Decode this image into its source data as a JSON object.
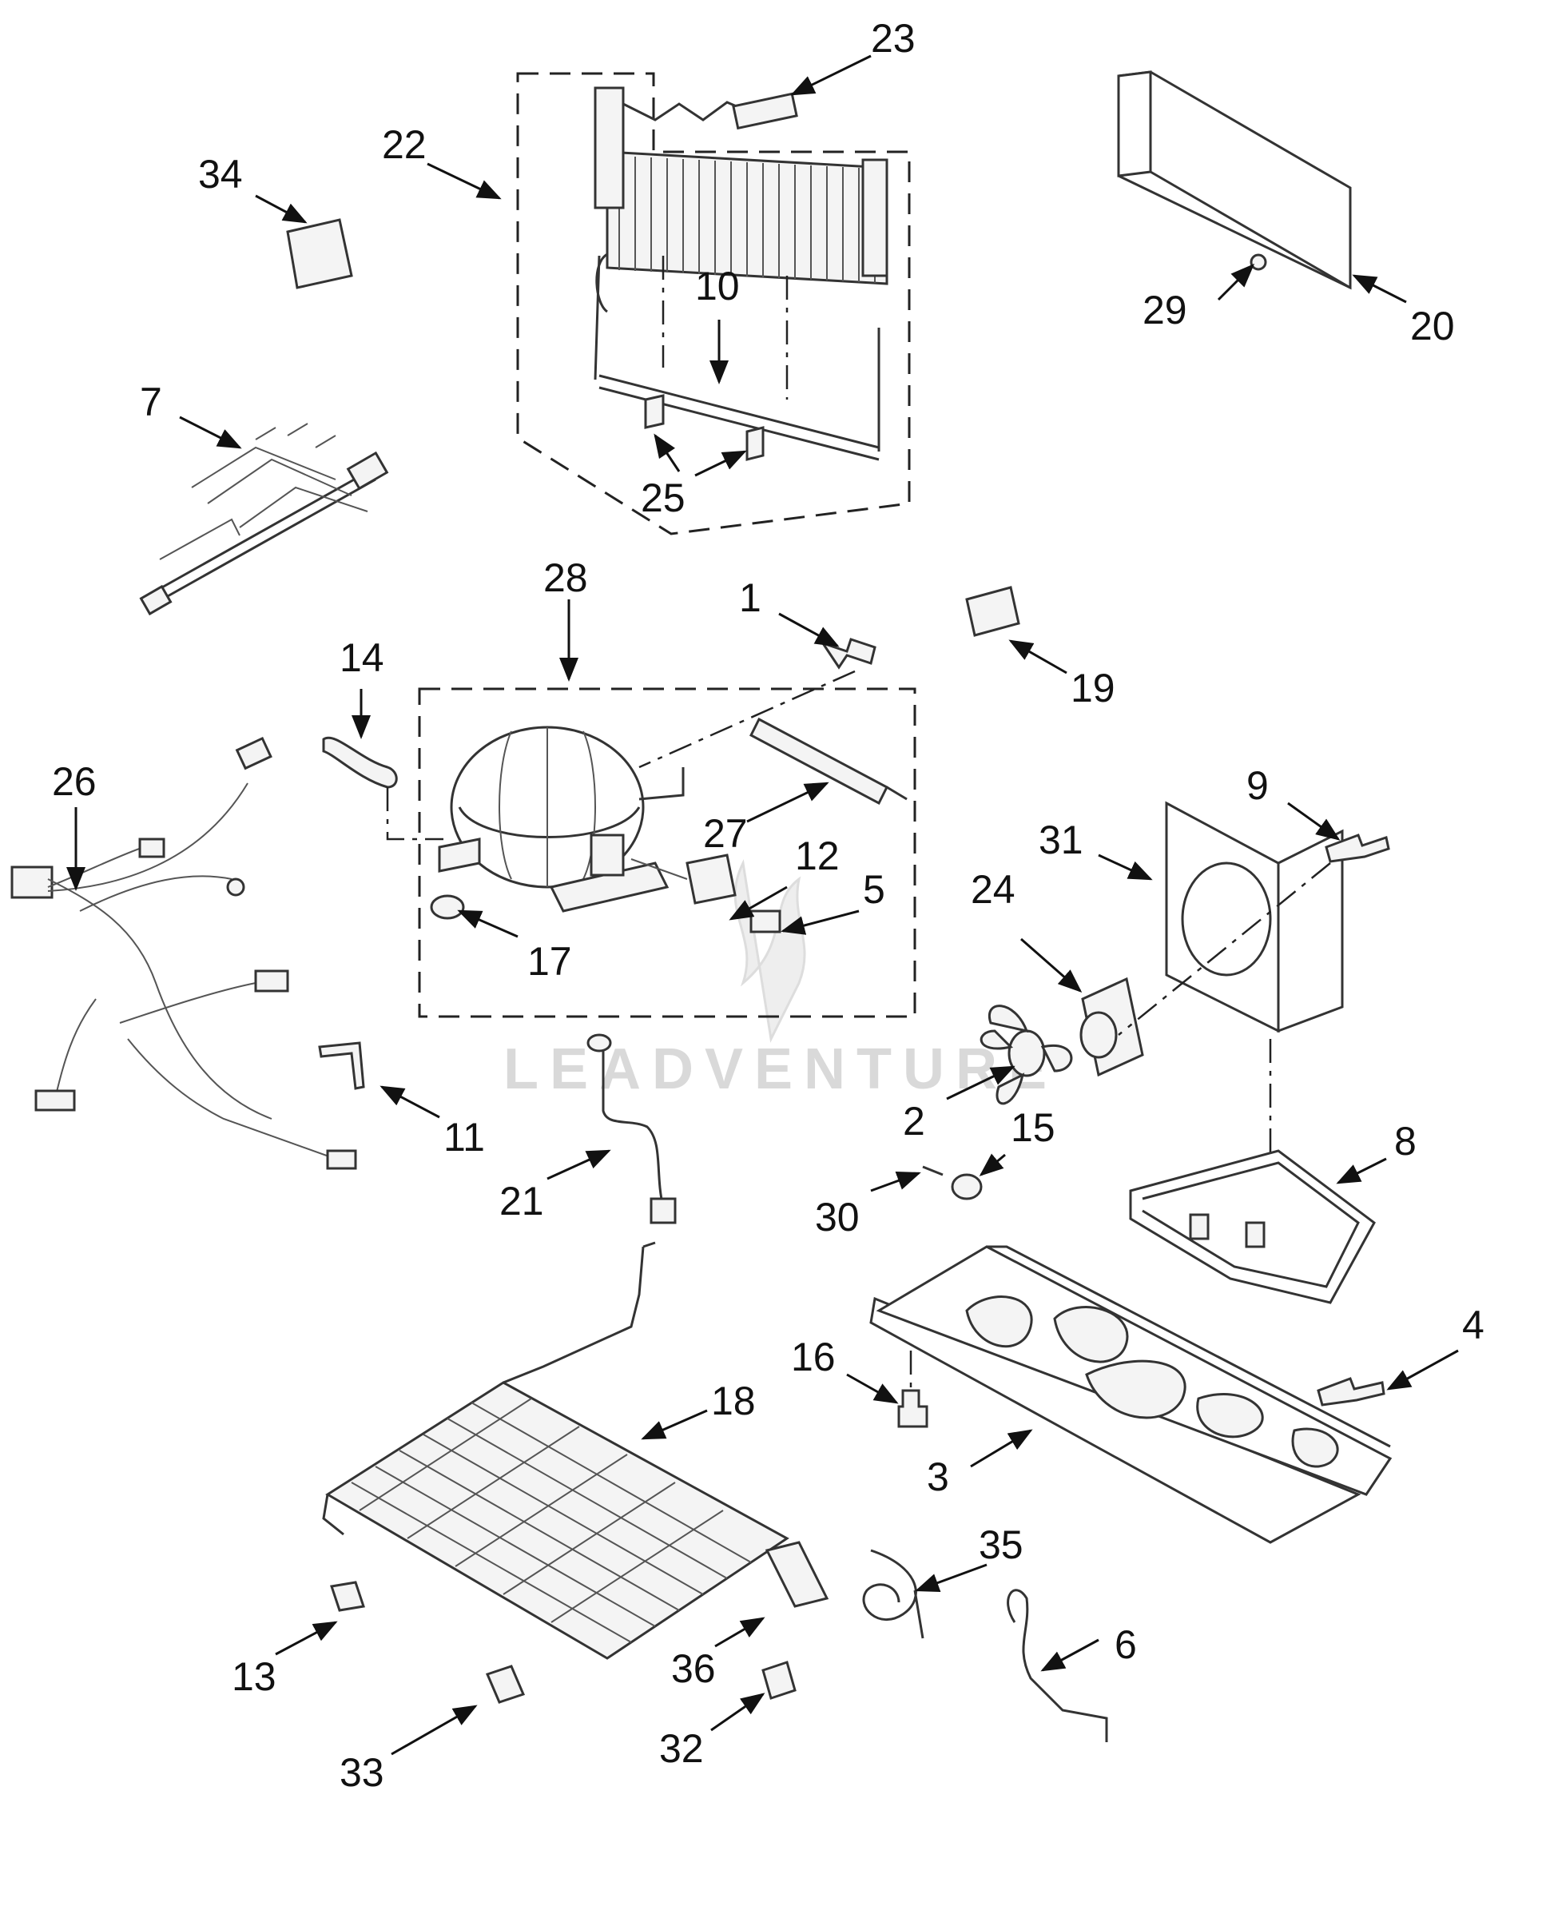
{
  "diagram": {
    "watermark": "LEADVENTURE",
    "callouts": [
      {
        "id": "1",
        "label": "1"
      },
      {
        "id": "2",
        "label": "2"
      },
      {
        "id": "3",
        "label": "3"
      },
      {
        "id": "4",
        "label": "4"
      },
      {
        "id": "5",
        "label": "5"
      },
      {
        "id": "6",
        "label": "6"
      },
      {
        "id": "7",
        "label": "7"
      },
      {
        "id": "8",
        "label": "8"
      },
      {
        "id": "9",
        "label": "9"
      },
      {
        "id": "10",
        "label": "10"
      },
      {
        "id": "11",
        "label": "11"
      },
      {
        "id": "12",
        "label": "12"
      },
      {
        "id": "13",
        "label": "13"
      },
      {
        "id": "14",
        "label": "14"
      },
      {
        "id": "15",
        "label": "15"
      },
      {
        "id": "16",
        "label": "16"
      },
      {
        "id": "17",
        "label": "17"
      },
      {
        "id": "18",
        "label": "18"
      },
      {
        "id": "19",
        "label": "19"
      },
      {
        "id": "20",
        "label": "20"
      },
      {
        "id": "21",
        "label": "21"
      },
      {
        "id": "22",
        "label": "22"
      },
      {
        "id": "23",
        "label": "23"
      },
      {
        "id": "24",
        "label": "24"
      },
      {
        "id": "25",
        "label": "25"
      },
      {
        "id": "26",
        "label": "26"
      },
      {
        "id": "27",
        "label": "27"
      },
      {
        "id": "28",
        "label": "28"
      },
      {
        "id": "29",
        "label": "29"
      },
      {
        "id": "30",
        "label": "30"
      },
      {
        "id": "31",
        "label": "31"
      },
      {
        "id": "32",
        "label": "32"
      },
      {
        "id": "33",
        "label": "33"
      },
      {
        "id": "34",
        "label": "34"
      },
      {
        "id": "35",
        "label": "35"
      },
      {
        "id": "36",
        "label": "36"
      }
    ]
  }
}
